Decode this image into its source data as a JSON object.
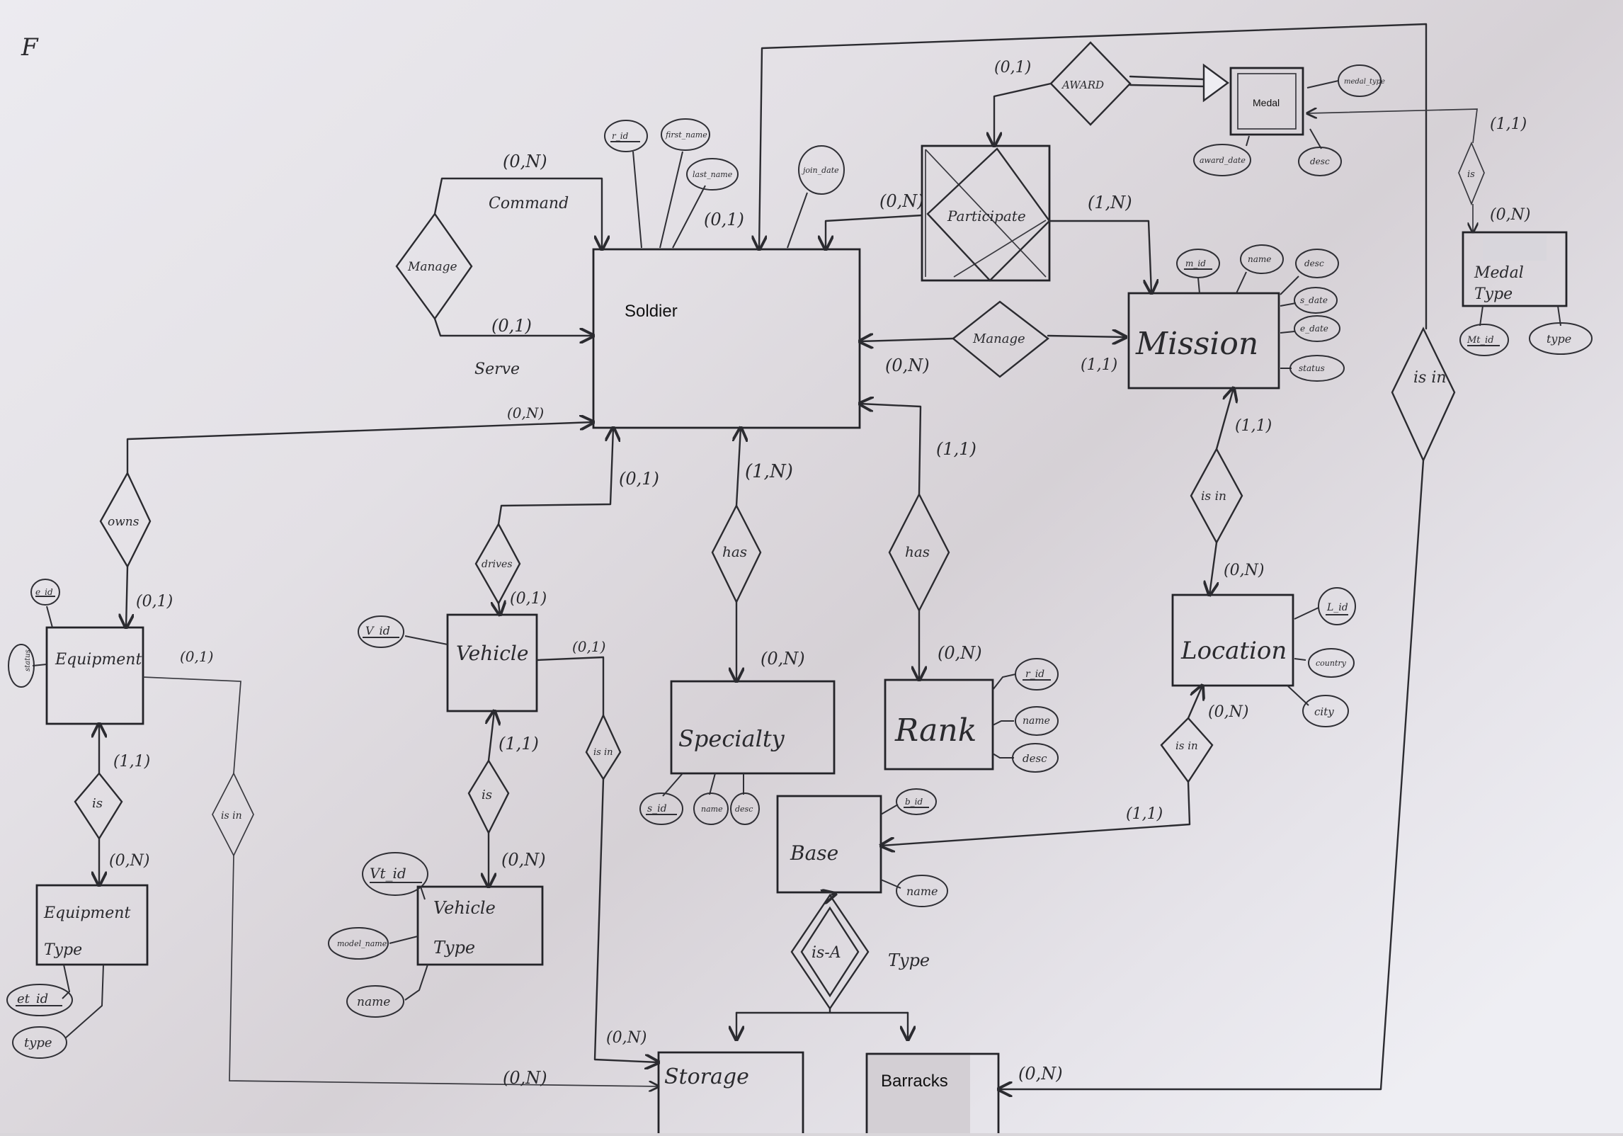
{
  "corner_mark": "F",
  "entities": {
    "soldier": "Soldier",
    "mission": "Mission",
    "medal": "Medal",
    "medal_type": [
      "Medal",
      "Type"
    ],
    "equipment": "Equipment",
    "equipment_type": [
      "Equipment",
      "Type"
    ],
    "vehicle": "Vehicle",
    "vehicle_type": [
      "Vehicle",
      "Type"
    ],
    "specialty": "Specialty",
    "rank": "Rank",
    "location": "Location",
    "base": "Base",
    "storage": "Storage",
    "barracks": "Barracks",
    "participate": "Participate"
  },
  "relationships": {
    "manage_self": "Manage",
    "award": "AWARD",
    "manage_mission": "Manage",
    "owns": "owns",
    "drives": "drives",
    "has_specialty": "has",
    "has_rank": "has",
    "is_in_mission": "is in",
    "is_in_location": "is in",
    "is_in_medal": "is in",
    "is_medal_type": "is",
    "is_equipment": "is",
    "is_vehicle": "is",
    "is_in_equipment": "is in",
    "is_in_vehicle": "is in",
    "is_a": "is-A"
  },
  "labels": {
    "command": "Command",
    "serve": "Serve",
    "type": "Type"
  },
  "cardinalities": {
    "command": "(0,N)",
    "serve": "(0,1)",
    "soldier_top": "(0,1)",
    "award_left": "(0,1)",
    "participate_left": "(0,N)",
    "participate_right": "(1,N)",
    "medal_right": "(1,1)",
    "medal_type": "(0,N)",
    "manage_soldier": "(0,N)",
    "manage_mission": "(1,1)",
    "owns_soldier": "(0,N)",
    "owns_equipment": "(0,1)",
    "drives_soldier": "(0,1)",
    "drives_vehicle": "(0,1)",
    "has_spec_soldier": "(1,N)",
    "has_spec_specialty": "(0,N)",
    "has_rank_soldier": "(1,1)",
    "has_rank_rank": "(0,N)",
    "mission_isin": "(1,1)",
    "location_isin": "(0,N)",
    "location_base": "(0,N)",
    "base_location": "(1,1)",
    "equipment_right": "(0,1)",
    "equipment_is": "(1,1)",
    "equipment_type": "(0,N)",
    "vehicle_right": "(0,1)",
    "vehicle_is": "(1,1)",
    "vehicle_type": "(0,N)",
    "storage_top": "(0,N)",
    "storage_left": "(0,N)",
    "barracks_right": "(0,N)"
  },
  "attributes": {
    "soldier": [
      "r_id",
      "first_name",
      "last_name",
      "join_date"
    ],
    "medal": [
      "medal_type",
      "award_date",
      "desc"
    ],
    "medal_type": [
      "Mt_id",
      "type"
    ],
    "mission": [
      "m_id",
      "name",
      "desc",
      "s_date",
      "e_date",
      "status"
    ],
    "location": [
      "L_id",
      "country",
      "city"
    ],
    "rank": [
      "r_id",
      "name",
      "desc"
    ],
    "specialty": [
      "s_id",
      "name",
      "desc"
    ],
    "base": [
      "b_id",
      "name"
    ],
    "equipment": [
      "e_id",
      "status"
    ],
    "equipment_type": [
      "et_id",
      "type"
    ],
    "vehicle": [
      "V_id"
    ],
    "vehicle_type": [
      "Vt_id",
      "model_name",
      "name"
    ]
  }
}
